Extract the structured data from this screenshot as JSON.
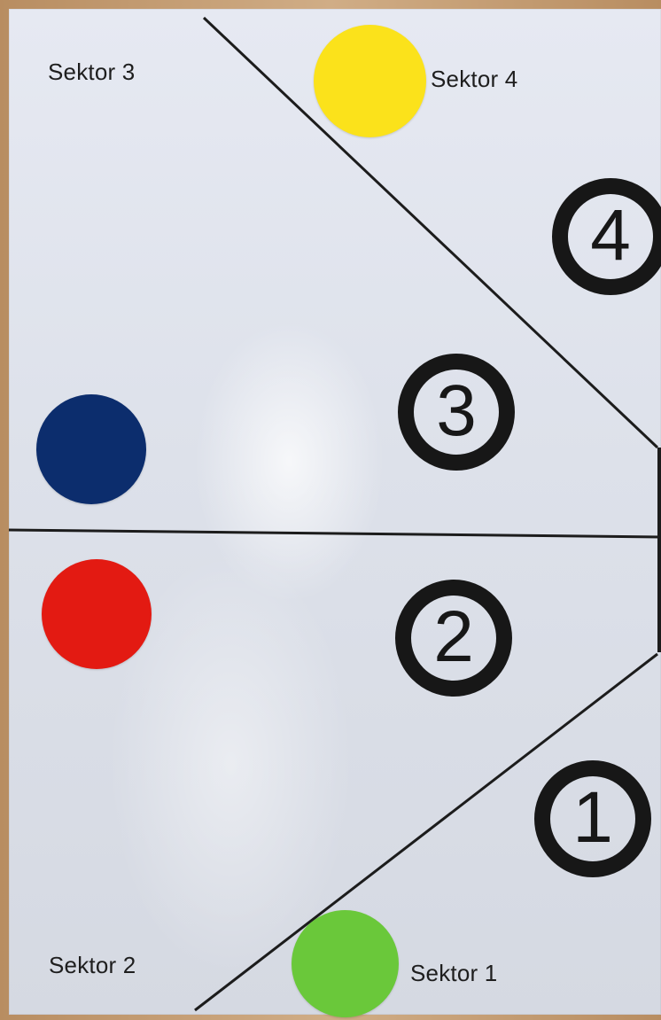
{
  "sector_labels": {
    "s1": "Sektor 1",
    "s2": "Sektor 2",
    "s3": "Sektor 3",
    "s4": "Sektor 4"
  },
  "markers": {
    "m1": "1",
    "m2": "2",
    "m3": "3",
    "m4": "4"
  },
  "dot_colors": {
    "yellow": "#fbe21b",
    "blue": "#0c2d6d",
    "red": "#e31a12",
    "green": "#6ac83a"
  }
}
